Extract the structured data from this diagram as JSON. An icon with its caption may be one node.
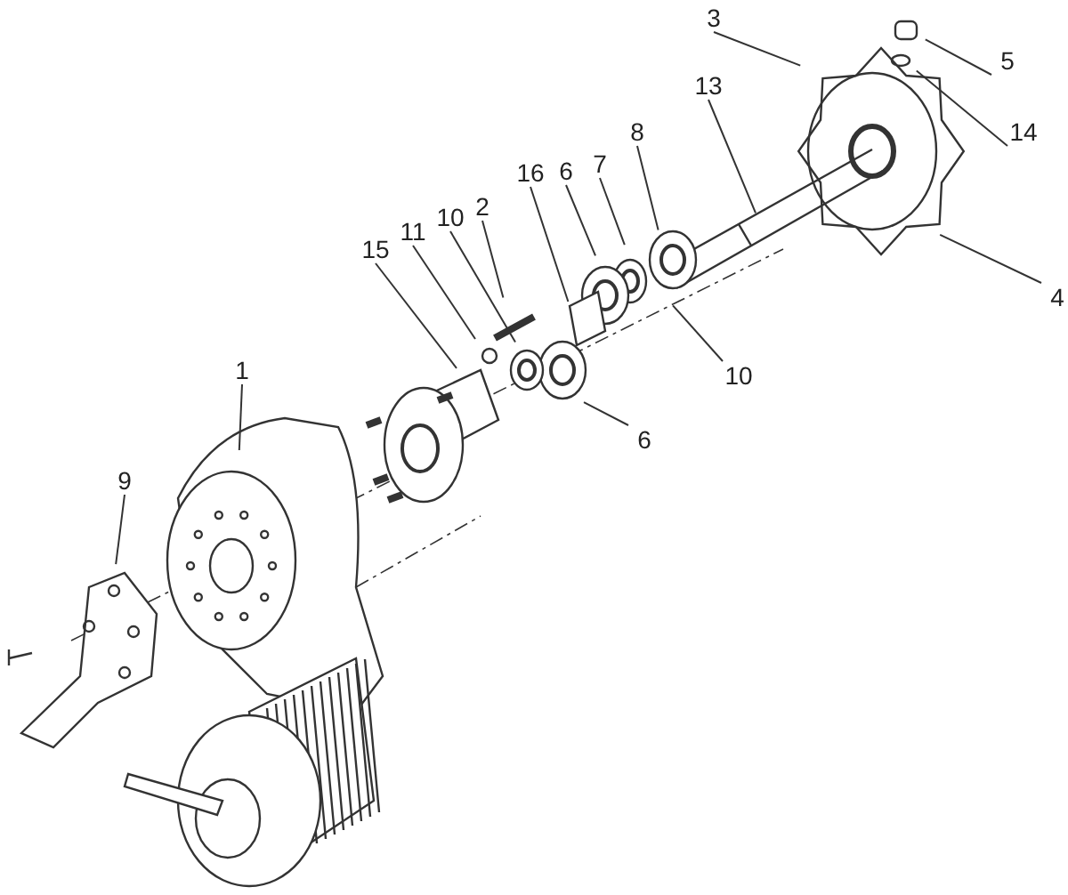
{
  "diagram": {
    "nodes": [
      {
        "text": [
          "3"
        ]
      },
      {
        "text": [
          "5"
        ]
      },
      {
        "text": [
          "14"
        ]
      },
      {
        "text": [
          "13"
        ]
      },
      {
        "text": [
          "8"
        ]
      },
      {
        "text": [
          "7"
        ]
      },
      {
        "text": [
          "6"
        ]
      },
      {
        "text": [
          "16"
        ]
      },
      {
        "text": [
          "2"
        ]
      },
      {
        "text": [
          "10"
        ]
      },
      {
        "text": [
          "11"
        ]
      },
      {
        "text": [
          "15"
        ]
      },
      {
        "text": [
          "4"
        ]
      },
      {
        "text": [
          "10"
        ]
      },
      {
        "text": [
          "6"
        ]
      },
      {
        "text": [
          "1"
        ]
      },
      {
        "text": [
          "9"
        ]
      }
    ],
    "edges": [
      {
        "from": 0,
        "to": null,
        "arrow": "none"
      },
      {
        "from": 1,
        "to": null,
        "arrow": "none"
      },
      {
        "from": 2,
        "to": null,
        "arrow": "none"
      },
      {
        "from": 3,
        "to": null,
        "arrow": "none"
      },
      {
        "from": 4,
        "to": null,
        "arrow": "none"
      },
      {
        "from": 5,
        "to": null,
        "arrow": "none"
      },
      {
        "from": 6,
        "to": null,
        "arrow": "none"
      },
      {
        "from": 7,
        "to": null,
        "arrow": "none"
      },
      {
        "from": 8,
        "to": null,
        "arrow": "none"
      },
      {
        "from": 9,
        "to": null,
        "arrow": "none"
      },
      {
        "from": 10,
        "to": null,
        "arrow": "none"
      },
      {
        "from": 11,
        "to": null,
        "arrow": "none"
      },
      {
        "from": 12,
        "to": null,
        "arrow": "none"
      },
      {
        "from": 13,
        "to": null,
        "arrow": "none"
      },
      {
        "from": 14,
        "to": null,
        "arrow": "none"
      },
      {
        "from": 15,
        "to": null,
        "arrow": "none"
      },
      {
        "from": 16,
        "to": null,
        "arrow": "none"
      }
    ]
  }
}
